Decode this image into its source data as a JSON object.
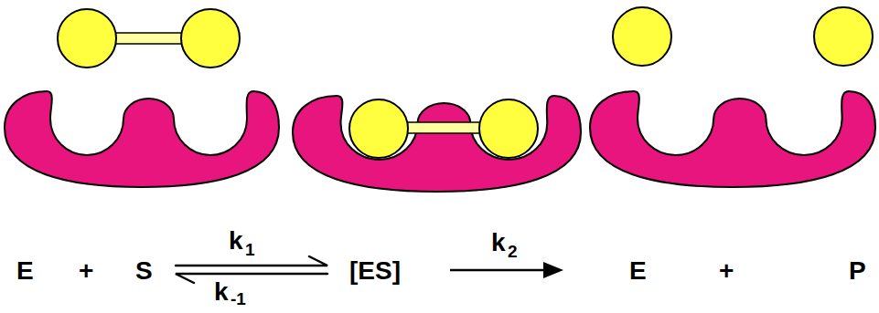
{
  "diagram": {
    "labels": [
      "k",
      "1",
      "k",
      "2",
      "E",
      "+",
      "S",
      "[ES]",
      "E",
      "+",
      "P",
      "k",
      "-1"
    ]
  }
}
